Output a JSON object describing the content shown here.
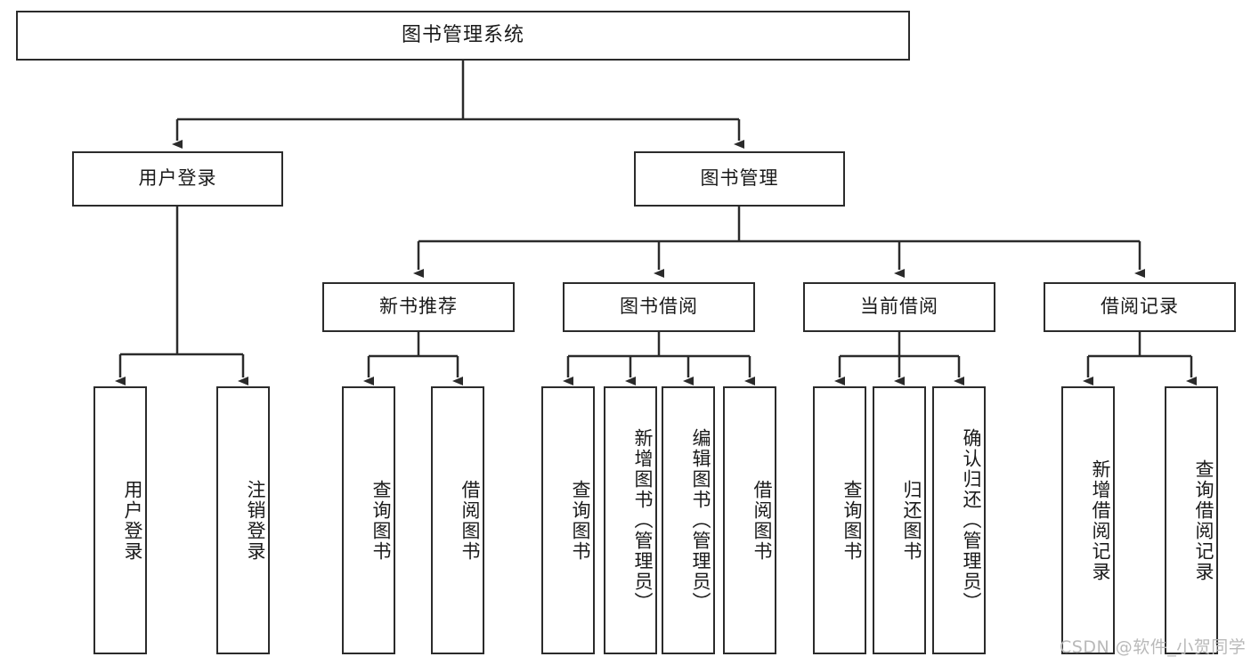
{
  "diagram": {
    "title": "图书管理系统",
    "type": "tree",
    "orientation": "top-down",
    "colors": {
      "box_border": "#2b2b2b",
      "box_fill": "#ffffff",
      "edge": "#2b2b2b",
      "text": "#1a1a1a",
      "watermark": "#b9b9b9"
    },
    "nodes": {
      "root": {
        "label": "图书管理系统",
        "level": 0
      },
      "l1": [
        {
          "id": "user_login",
          "label": "用户登录",
          "level": 1
        },
        {
          "id": "book_manage",
          "label": "图书管理",
          "level": 1
        }
      ],
      "l2": [
        {
          "id": "new_book_rec",
          "label": "新书推荐",
          "level": 2,
          "parent": "book_manage"
        },
        {
          "id": "book_borrow",
          "label": "图书借阅",
          "level": 2,
          "parent": "book_manage"
        },
        {
          "id": "current_borrow",
          "label": "当前借阅",
          "level": 2,
          "parent": "book_manage"
        },
        {
          "id": "borrow_record",
          "label": "借阅记录",
          "level": 2,
          "parent": "book_manage"
        }
      ],
      "leaves": [
        {
          "id": "leaf_user_login",
          "label": "用户登录",
          "parent": "user_login"
        },
        {
          "id": "leaf_user_logout",
          "label": "注销登录",
          "parent": "user_login"
        },
        {
          "id": "leaf_query_book_1",
          "label": "查询图书",
          "parent": "new_book_rec"
        },
        {
          "id": "leaf_borrow_book_1",
          "label": "借阅图书",
          "parent": "new_book_rec"
        },
        {
          "id": "leaf_query_book_2",
          "label": "查询图书",
          "parent": "book_borrow"
        },
        {
          "id": "leaf_add_book",
          "label": "新增图书（管理员）",
          "parent": "book_borrow"
        },
        {
          "id": "leaf_edit_book",
          "label": "编辑图书（管理员）",
          "parent": "book_borrow"
        },
        {
          "id": "leaf_borrow_book_2",
          "label": "借阅图书",
          "parent": "book_borrow"
        },
        {
          "id": "leaf_query_book_3",
          "label": "查询图书",
          "parent": "current_borrow"
        },
        {
          "id": "leaf_return_book",
          "label": "归还图书",
          "parent": "current_borrow"
        },
        {
          "id": "leaf_confirm_return",
          "label": "确认归还（管理员）",
          "parent": "current_borrow"
        },
        {
          "id": "leaf_add_record",
          "label": "新增借阅记录",
          "parent": "borrow_record"
        },
        {
          "id": "leaf_query_record",
          "label": "查询借阅记录",
          "parent": "borrow_record"
        }
      ]
    }
  },
  "watermark": {
    "text": "CSDN @软件_小贺同学"
  }
}
